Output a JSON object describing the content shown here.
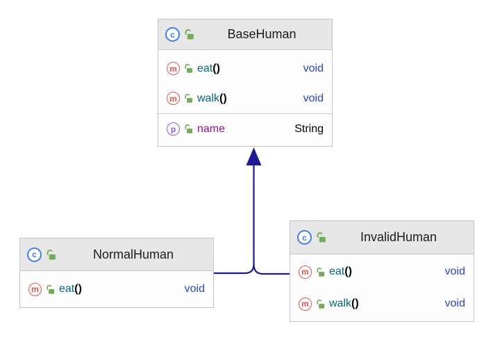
{
  "diagram": {
    "kind": "uml-class-diagram",
    "icons": {
      "class_letter": "c",
      "method_letter": "m",
      "property_letter": "p",
      "lock": "unlocked-padlock"
    },
    "colors": {
      "arrow": "#1b1b96",
      "class_icon_blue": "#3e7ef0",
      "method_icon_red": "#dd5650",
      "property_icon_purple": "#8e5be8",
      "lock_green": "#73ad5a",
      "method_name_teal": "#03687e",
      "property_name_purple": "#951099",
      "type_keyword_blue": "#2545d6",
      "header_bg": "#e7e7e7"
    },
    "classes": [
      {
        "name": "BaseHuman",
        "members": [
          {
            "kind": "method",
            "name": "eat",
            "parens": "()",
            "type": "void"
          },
          {
            "kind": "method",
            "name": "walk",
            "parens": "()",
            "type": "void"
          },
          {
            "kind": "property",
            "name": "name",
            "parens": "",
            "type": "String"
          }
        ]
      },
      {
        "name": "NormalHuman",
        "members": [
          {
            "kind": "method",
            "name": "eat",
            "parens": "()",
            "type": "void"
          }
        ]
      },
      {
        "name": "InvalidHuman",
        "members": [
          {
            "kind": "method",
            "name": "eat",
            "parens": "()",
            "type": "void"
          },
          {
            "kind": "method",
            "name": "walk",
            "parens": "()",
            "type": "void"
          }
        ]
      }
    ],
    "relations": [
      {
        "from": "NormalHuman",
        "to": "BaseHuman",
        "kind": "inheritance"
      },
      {
        "from": "InvalidHuman",
        "to": "BaseHuman",
        "kind": "inheritance"
      }
    ]
  }
}
